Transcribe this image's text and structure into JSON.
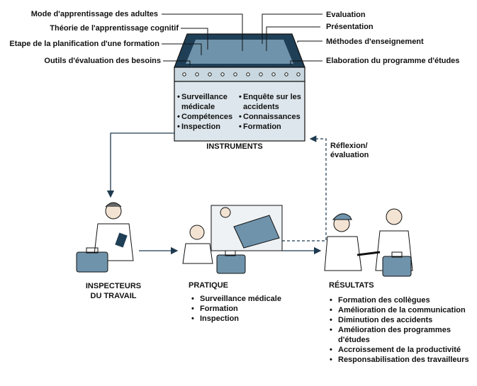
{
  "left_labels": [
    "Mode d'apprentissage des adultes",
    "Théorie de l'apprentissage cognitif",
    "Etape de la planification d'une formation",
    "Outils d'évaluation des besoins"
  ],
  "right_labels": [
    "Evaluation",
    "Présentation",
    "Méthodes d'enseignement",
    "Elaboration du programme d'études"
  ],
  "instruments": {
    "title": "INSTRUMENTS",
    "col1": [
      "Surveillance médicale",
      "Compétences",
      "Inspection"
    ],
    "col2": [
      "Enquête sur les accidents",
      "Connaissances",
      "Formation"
    ]
  },
  "feedback_label": "Réflexion/ évaluation",
  "inspecteurs": {
    "title": "INSPECTEURS DU TRAVAIL"
  },
  "pratique": {
    "title": "PRATIQUE",
    "items": [
      "Surveillance médicale",
      "Formation",
      "Inspection"
    ]
  },
  "resultats": {
    "title": "RÉSULTATS",
    "items": [
      "Formation des collègues",
      "Amélioration de la communication",
      "Diminution des accidents",
      "Amélioration des programmes d'études",
      "Accroissement de la productivité",
      "Responsabilisation des travailleurs"
    ]
  },
  "colors": {
    "box_fill": "#c9d7e0",
    "line": "#1e3a4f",
    "accent": "#3b6f8e"
  }
}
